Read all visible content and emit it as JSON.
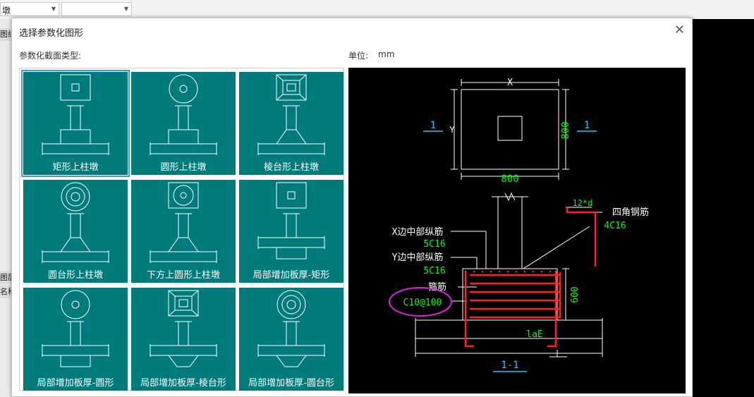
{
  "background": {
    "combo1_text": "墩",
    "sidebar_fragments": [
      "图纸",
      "图层",
      "名称"
    ]
  },
  "dialog": {
    "title": "选择参数化图形",
    "section_label": "参数化截面类型:",
    "unit_label": "单位:",
    "unit_value": "mm"
  },
  "shapes": [
    {
      "label": "矩形上柱墩",
      "top": "square",
      "body": "rect",
      "selected": true
    },
    {
      "label": "圆形上柱墩",
      "top": "circle",
      "body": "rect",
      "selected": false
    },
    {
      "label": "棱台形上柱墩",
      "top": "frustum-square",
      "body": "trapezoid",
      "selected": false
    },
    {
      "label": "圆台形上柱墩",
      "top": "double-circle",
      "body": "trapezoid",
      "selected": false
    },
    {
      "label": "下方上圆形上柱墩",
      "top": "circle-in-square",
      "body": "trapezoid",
      "selected": false
    },
    {
      "label": "局部增加板厚-矩形",
      "top": "square",
      "body": "inverted-rect",
      "selected": false
    },
    {
      "label": "局部增加板厚-圆形",
      "top": "circle",
      "body": "inverted-rect",
      "selected": false
    },
    {
      "label": "局部增加板厚-棱台形",
      "top": "frustum-square",
      "body": "inverted-trapezoid",
      "selected": false
    },
    {
      "label": "局部增加板厚-圆台形",
      "top": "double-circle",
      "body": "inverted-trapezoid",
      "selected": false
    }
  ],
  "preview": {
    "dim_x": "X",
    "dim_y": "Y",
    "dim_width": "800",
    "dim_depth": "800",
    "section_mark_left": "1",
    "section_mark_right": "1",
    "label_x_rebar": "X边中部纵筋",
    "value_x_rebar": "5C16",
    "label_y_rebar": "Y边中部纵筋",
    "value_y_rebar": "5C16",
    "label_stirrup": "箍筋",
    "value_stirrup": "C10@100",
    "label_corner": "四角钢筋",
    "value_corner": "4C16",
    "value_lap": "12*d",
    "dim_height": "600",
    "label_lae": "laE",
    "section_title": "1-1",
    "colors": {
      "white": "#ffffff",
      "green": "#00ff00",
      "cyan": "#00d4ff",
      "red": "#ff2020",
      "magenta": "#e020e0"
    }
  }
}
